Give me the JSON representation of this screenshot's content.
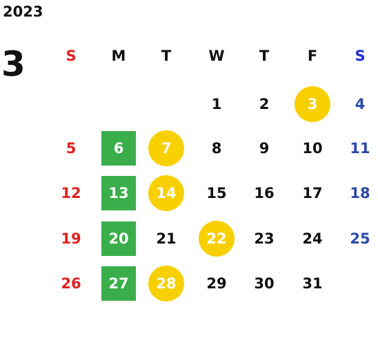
{
  "calendar": {
    "year": "2023",
    "month": "3",
    "weekdays": [
      {
        "label": "S",
        "kind": "sun"
      },
      {
        "label": "M",
        "kind": ""
      },
      {
        "label": "T",
        "kind": ""
      },
      {
        "label": "W",
        "kind": ""
      },
      {
        "label": "T",
        "kind": ""
      },
      {
        "label": "F",
        "kind": ""
      },
      {
        "label": "S",
        "kind": "sat"
      }
    ],
    "first_weekday_index": 3,
    "days_in_month": 31,
    "green_days": [
      6,
      13,
      20,
      27
    ],
    "yellow_days": [
      3,
      7,
      14,
      22,
      28
    ],
    "colors": {
      "sunday": "#e02020",
      "saturday_header": "#1f2dd6",
      "saturday": "#2a4aa8",
      "green_highlight": "#3aae4a",
      "yellow_highlight": "#f8d000",
      "default_text": "#111111"
    }
  }
}
